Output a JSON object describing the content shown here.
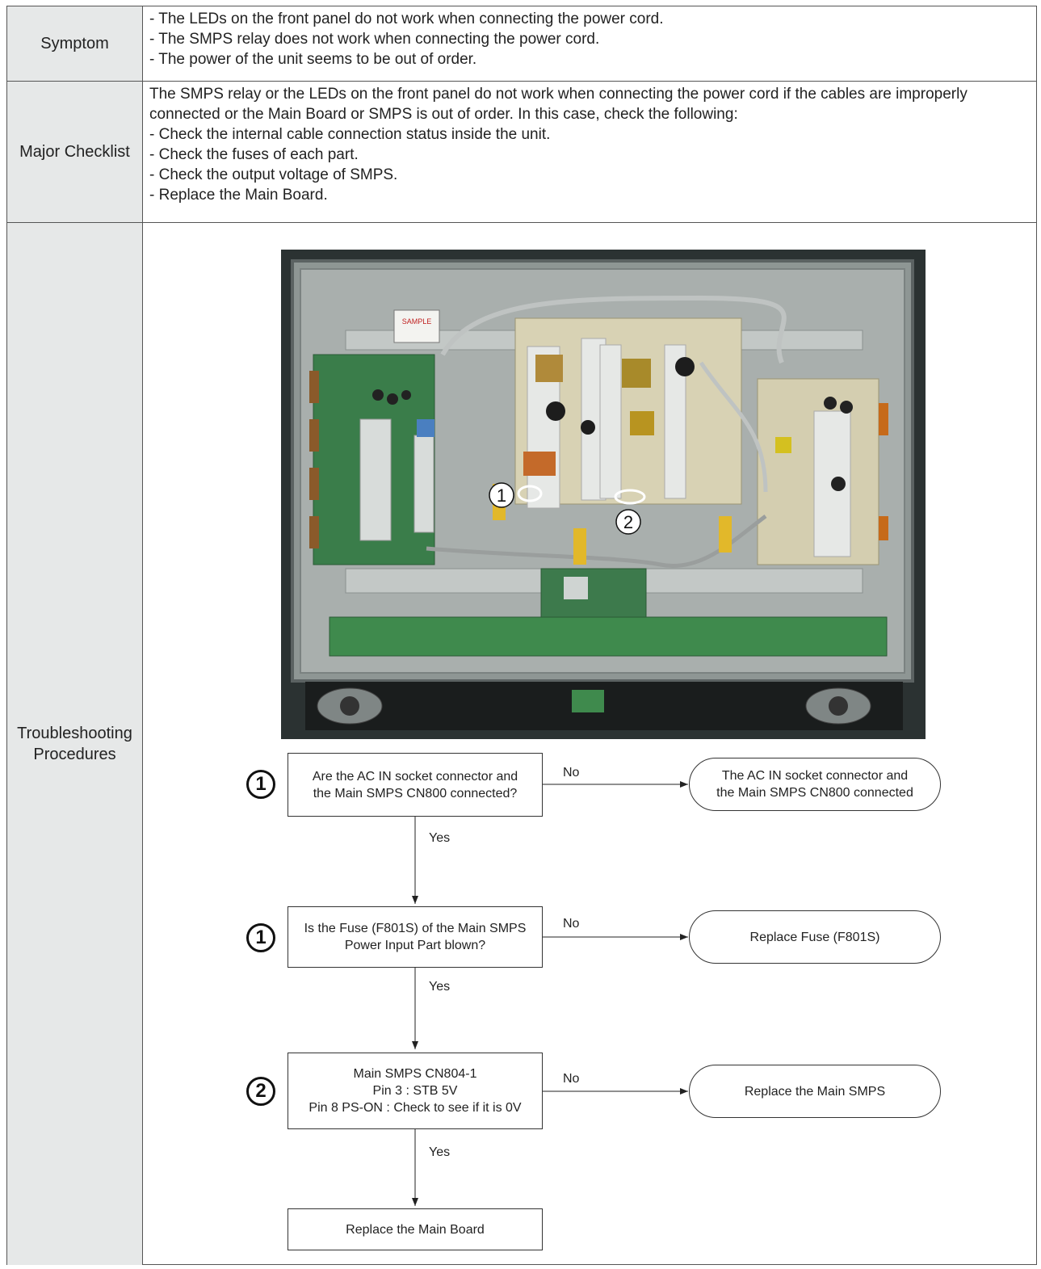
{
  "rows": {
    "symptom": {
      "label": "Symptom",
      "lines": [
        "- The LEDs on the front panel do not work when connecting the power cord.",
        "- The SMPS relay does not work when connecting the power cord.",
        "- The power of the unit seems to be out of order."
      ]
    },
    "checklist": {
      "label": "Major Checklist",
      "lines": [
        "The SMPS relay or the LEDs on the front panel do not work when connecting the power cord if the cables are improperly",
        "connected or the Main Board or SMPS is out of order. In this case, check the following:",
        "- Check the internal cable connection status inside the unit.",
        "- Check the fuses of each part.",
        "- Check the output voltage of SMPS.",
        "- Replace the Main Board."
      ]
    },
    "procedures": {
      "label": "Troubleshooting Procedures"
    }
  },
  "photo": {
    "callout_1": "1",
    "callout_2": "2",
    "sticker": "SAMPLE"
  },
  "flowchart": {
    "q1": {
      "marker": "1",
      "lines": [
        "Are the AC IN socket connector and",
        "the Main SMPS CN800 connected?"
      ],
      "no_label": "No",
      "no_action": [
        "The AC IN socket connector and",
        "the Main SMPS CN800 connected"
      ],
      "yes_label": "Yes"
    },
    "q2": {
      "marker": "1",
      "lines": [
        "Is the Fuse (F801S) of the Main SMPS",
        "Power Input Part blown?"
      ],
      "no_label": "No",
      "no_action": [
        "Replace Fuse (F801S)"
      ],
      "yes_label": "Yes"
    },
    "q3": {
      "marker": "2",
      "lines": [
        "Main SMPS CN804-1",
        "Pin 3 : STB 5V",
        "Pin 8 PS-ON : Check to see if it is 0V"
      ],
      "no_label": "No",
      "no_action": [
        "Replace the Main SMPS"
      ],
      "yes_label": "Yes"
    },
    "final": {
      "lines": [
        "Replace the Main Board"
      ]
    }
  }
}
